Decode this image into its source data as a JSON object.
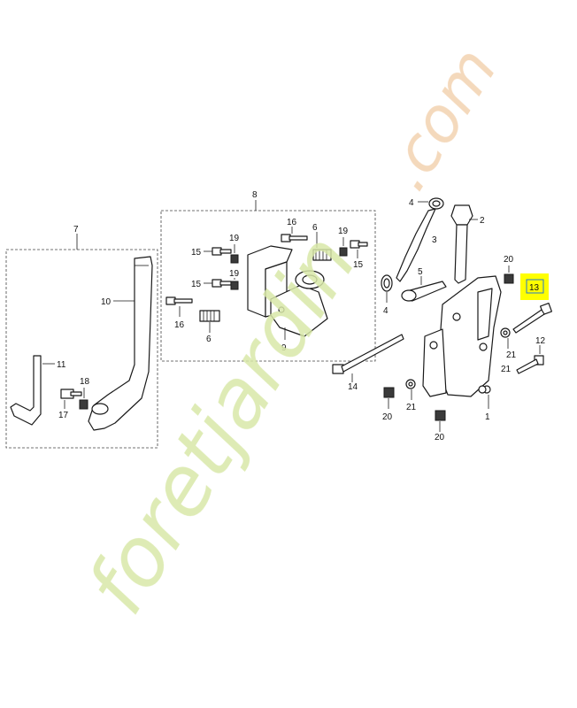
{
  "watermark": {
    "text_green": "foretjardin",
    "text_orange": ".com",
    "color_green": "#d8e8a8",
    "color_orange": "#f3d2b0"
  },
  "highlight": {
    "label": "13",
    "box_color": "#ffff00",
    "border_color": "#2a78c8"
  },
  "callouts": {
    "c1": "1",
    "c2": "2",
    "c4a": "4",
    "c4b": "4",
    "c5": "5",
    "c6a": "6",
    "c6b": "6",
    "c7": "7",
    "c8": "8",
    "c9": "9",
    "c10": "10",
    "c11": "11",
    "c12": "12",
    "c14": "14",
    "c15a": "15",
    "c15b": "15",
    "c15c": "15",
    "c16a": "16",
    "c16b": "16",
    "c17": "17",
    "c18": "18",
    "c19a": "19",
    "c19b": "19",
    "c19c": "19",
    "c20a": "20",
    "c20b": "20",
    "c20c": "20",
    "c21a": "21",
    "c21b": "21",
    "c21c": "21"
  }
}
